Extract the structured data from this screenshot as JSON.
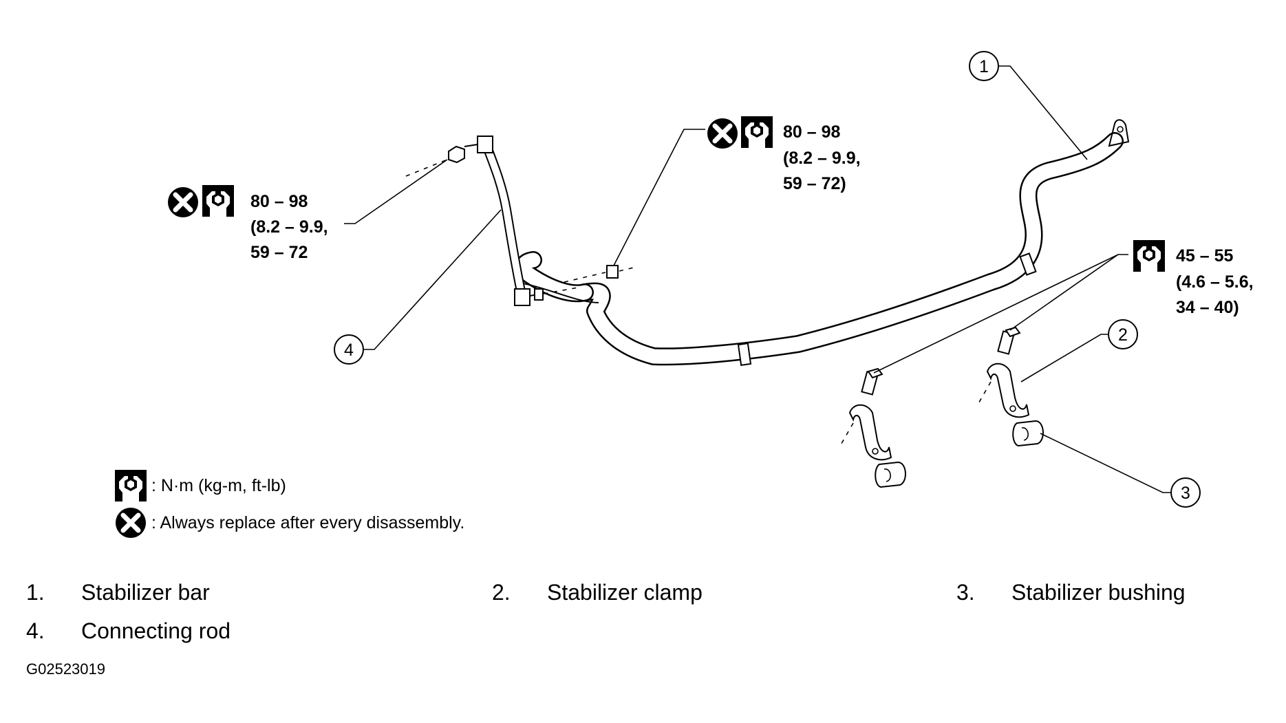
{
  "torque_specs": {
    "left": {
      "line1": "80 – 98",
      "line2": "(8.2 – 9.9,",
      "line3": "59 – 72"
    },
    "center": {
      "line1": "80 – 98",
      "line2": "(8.2 – 9.9,",
      "line3": "59 – 72)"
    },
    "right": {
      "line1": "45 – 55",
      "line2": "(4.6 – 5.6,",
      "line3": "34 – 40)"
    }
  },
  "callouts": {
    "c1": "1",
    "c2": "2",
    "c3": "3",
    "c4": "4"
  },
  "legend": {
    "torque_unit": ": N·m (kg-m, ft-lb)",
    "replace_note": ": Always replace after every disassembly."
  },
  "parts_list": [
    {
      "num": "1.",
      "label": "Stabilizer bar"
    },
    {
      "num": "2.",
      "label": "Stabilizer clamp"
    },
    {
      "num": "3.",
      "label": "Stabilizer bushing"
    },
    {
      "num": "4.",
      "label": "Connecting rod"
    }
  ],
  "figure_id": "G02523019",
  "icons": {
    "replace": "x-circle-icon",
    "torque": "wrench-nut-icon"
  }
}
